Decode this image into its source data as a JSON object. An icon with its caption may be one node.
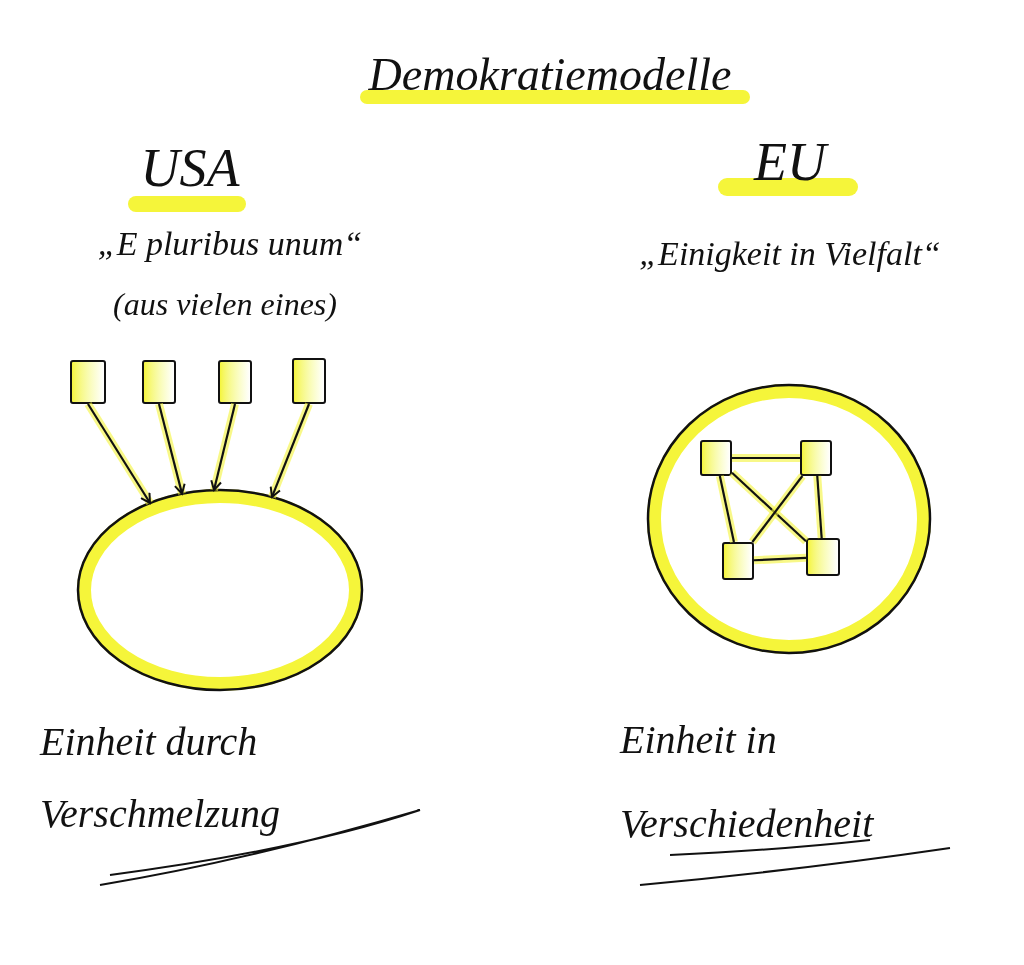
{
  "diagram": {
    "title": "Demokratiemodelle",
    "nodes": [
      {
        "text": [],
        "shape": "box"
      },
      {
        "text": [],
        "shape": "box"
      },
      {
        "text": [],
        "shape": "box"
      },
      {
        "text": [],
        "shape": "box"
      },
      {
        "text": [],
        "shape": "circle",
        "beside": [
          "Einheit durch Verschmelzung"
        ]
      },
      {
        "text": [],
        "shape": "circle",
        "beside": [
          "Einheit in Verschiedenheit"
        ]
      },
      {
        "text": [],
        "shape": "box",
        "in": 5
      },
      {
        "text": [],
        "shape": "box",
        "in": 5
      },
      {
        "text": [],
        "shape": "box",
        "in": 5
      },
      {
        "text": [],
        "shape": "box",
        "in": 5
      }
    ],
    "edges": [
      {
        "from": 0,
        "to": 4,
        "arrow": "to"
      },
      {
        "from": 1,
        "to": 4,
        "arrow": "to"
      },
      {
        "from": 2,
        "to": 4,
        "arrow": "to"
      },
      {
        "from": 3,
        "to": 4,
        "arrow": "to"
      },
      {
        "from": 6,
        "to": 7,
        "arrow": "none"
      },
      {
        "from": 6,
        "to": 8,
        "arrow": "none"
      },
      {
        "from": 7,
        "to": 9,
        "arrow": "none"
      },
      {
        "from": 8,
        "to": 9,
        "arrow": "none"
      },
      {
        "from": 6,
        "to": 9,
        "arrow": "none"
      },
      {
        "from": 7,
        "to": 8,
        "arrow": "none"
      }
    ],
    "labels": [
      "USA",
      "EU",
      "„E pluribus unum“",
      "(aus vielen eines)",
      "„Einigkeit in Vielfalt“"
    ]
  }
}
